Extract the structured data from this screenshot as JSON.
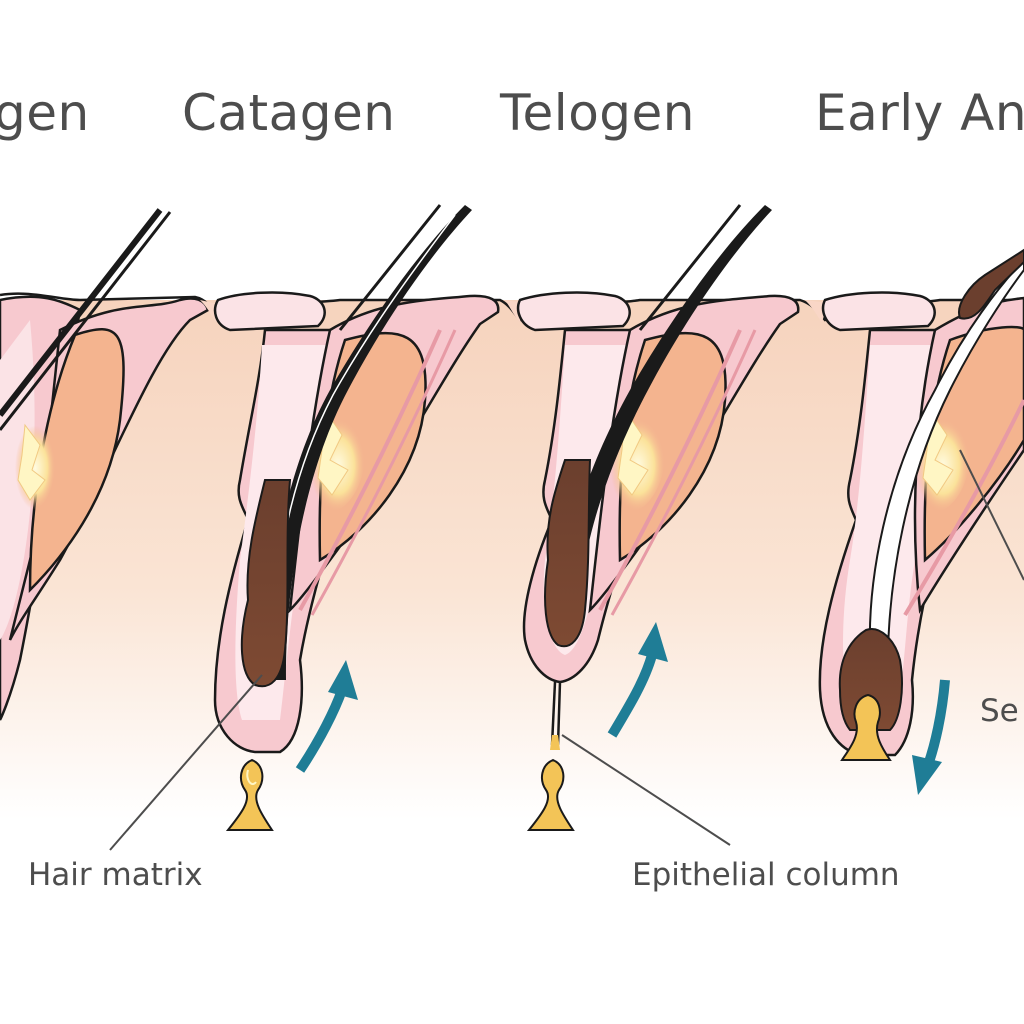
{
  "stage_titles": {
    "anagen_partial": "gen",
    "catagen": "Catagen",
    "telogen": "Telogen",
    "early_anagen_partial": "Early An"
  },
  "callouts": {
    "hair_matrix": "Hair matrix",
    "epithelial_column": "Epithelial column",
    "partial_right": "Se"
  },
  "colors": {
    "skin_band": "#f6d9c6",
    "dermis_fade": "#fdf2ea",
    "follicle_sheath": "#f7c9cf",
    "follicle_outline": "#1a1a1a",
    "sebaceous_gland": "#f4b48f",
    "gland_highlight": "#fff6c4",
    "arrector_muscle": "#e79aa5",
    "hair_shaft": "#5a3528",
    "hair_bulb_light": "#c9a07a",
    "papilla": "#f3c457",
    "arrow": "#1f7d96",
    "text": "#4d4d4d"
  },
  "icons": {
    "arrow_catagen": "arrow-up-icon",
    "arrow_telogen": "arrow-up-icon",
    "arrow_early_anagen": "arrow-down-icon"
  }
}
